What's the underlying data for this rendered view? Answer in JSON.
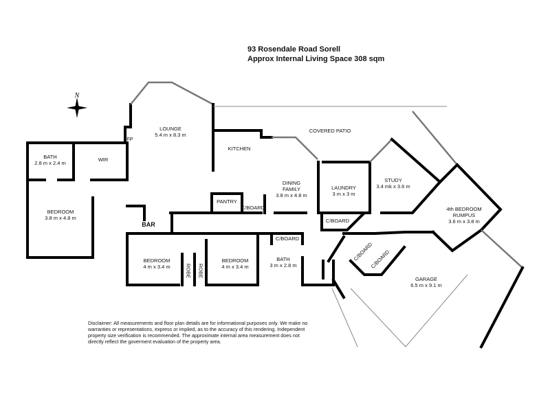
{
  "header": {
    "address": "93  Rosendale Road Sorell",
    "living_space": "Approx Internal Living Space 308 sqm"
  },
  "compass": {
    "label": "N"
  },
  "rooms": {
    "lounge": {
      "name": "LOUNGE",
      "size": "5.4 m x 8.3 m"
    },
    "fp": {
      "name": "FP"
    },
    "bath1": {
      "name": "BATH",
      "size": "2.8 m x 2.4 m"
    },
    "wir": {
      "name": "WIR"
    },
    "bedroom1": {
      "name": "BEDROOM",
      "size": "3.8 m x 4.8 m"
    },
    "kitchen": {
      "name": "KITCHEN"
    },
    "covered_patio": {
      "name": "COVERED PATIO"
    },
    "dining": {
      "name": "DINING",
      "name2": "FAMILY",
      "size": "3.8 m x 4.8 m"
    },
    "pantry": {
      "name": "PANTRY"
    },
    "cboard1": {
      "name": "C/BOARD"
    },
    "laundry": {
      "name": "LAUNDRY",
      "size": "3 m x 3 m"
    },
    "cboard2": {
      "name": "C/BOARD"
    },
    "study": {
      "name": "STUDY",
      "size": "3.4 mk x 3.6 m"
    },
    "rumpus": {
      "name": "4th  BEDROOM",
      "name2": "RUMPUS",
      "size": "3.6 m x 3.8 m"
    },
    "bar": {
      "name": "BAR"
    },
    "bedroom2": {
      "name": "BEDROOM",
      "size": "4 m x 3.4 m"
    },
    "robe1": {
      "name": "ROBE"
    },
    "robe2": {
      "name": "ROBE"
    },
    "bedroom3": {
      "name": "BEDROOM",
      "size": "4 m x 3.4 m"
    },
    "cboard3": {
      "name": "C/BOARD"
    },
    "bath2": {
      "name": "BATH",
      "size": "3 m x 2.8 m"
    },
    "cboard4": {
      "name": "C/BOARD"
    },
    "cboard5": {
      "name": "C/BOARD"
    },
    "garage": {
      "name": "GARAGE",
      "size": "6.5 m x 9.1 m"
    }
  },
  "disclaimer": "Disclaimer: All measurements and floor plan details are for informational purposes only. We  make no warranties or representations, express or implied, as to the accuracy of this rendering. Independent property size verification is recommended. The approximate internal area measurement does not directly reflect the goverment evaluation of the property area."
}
